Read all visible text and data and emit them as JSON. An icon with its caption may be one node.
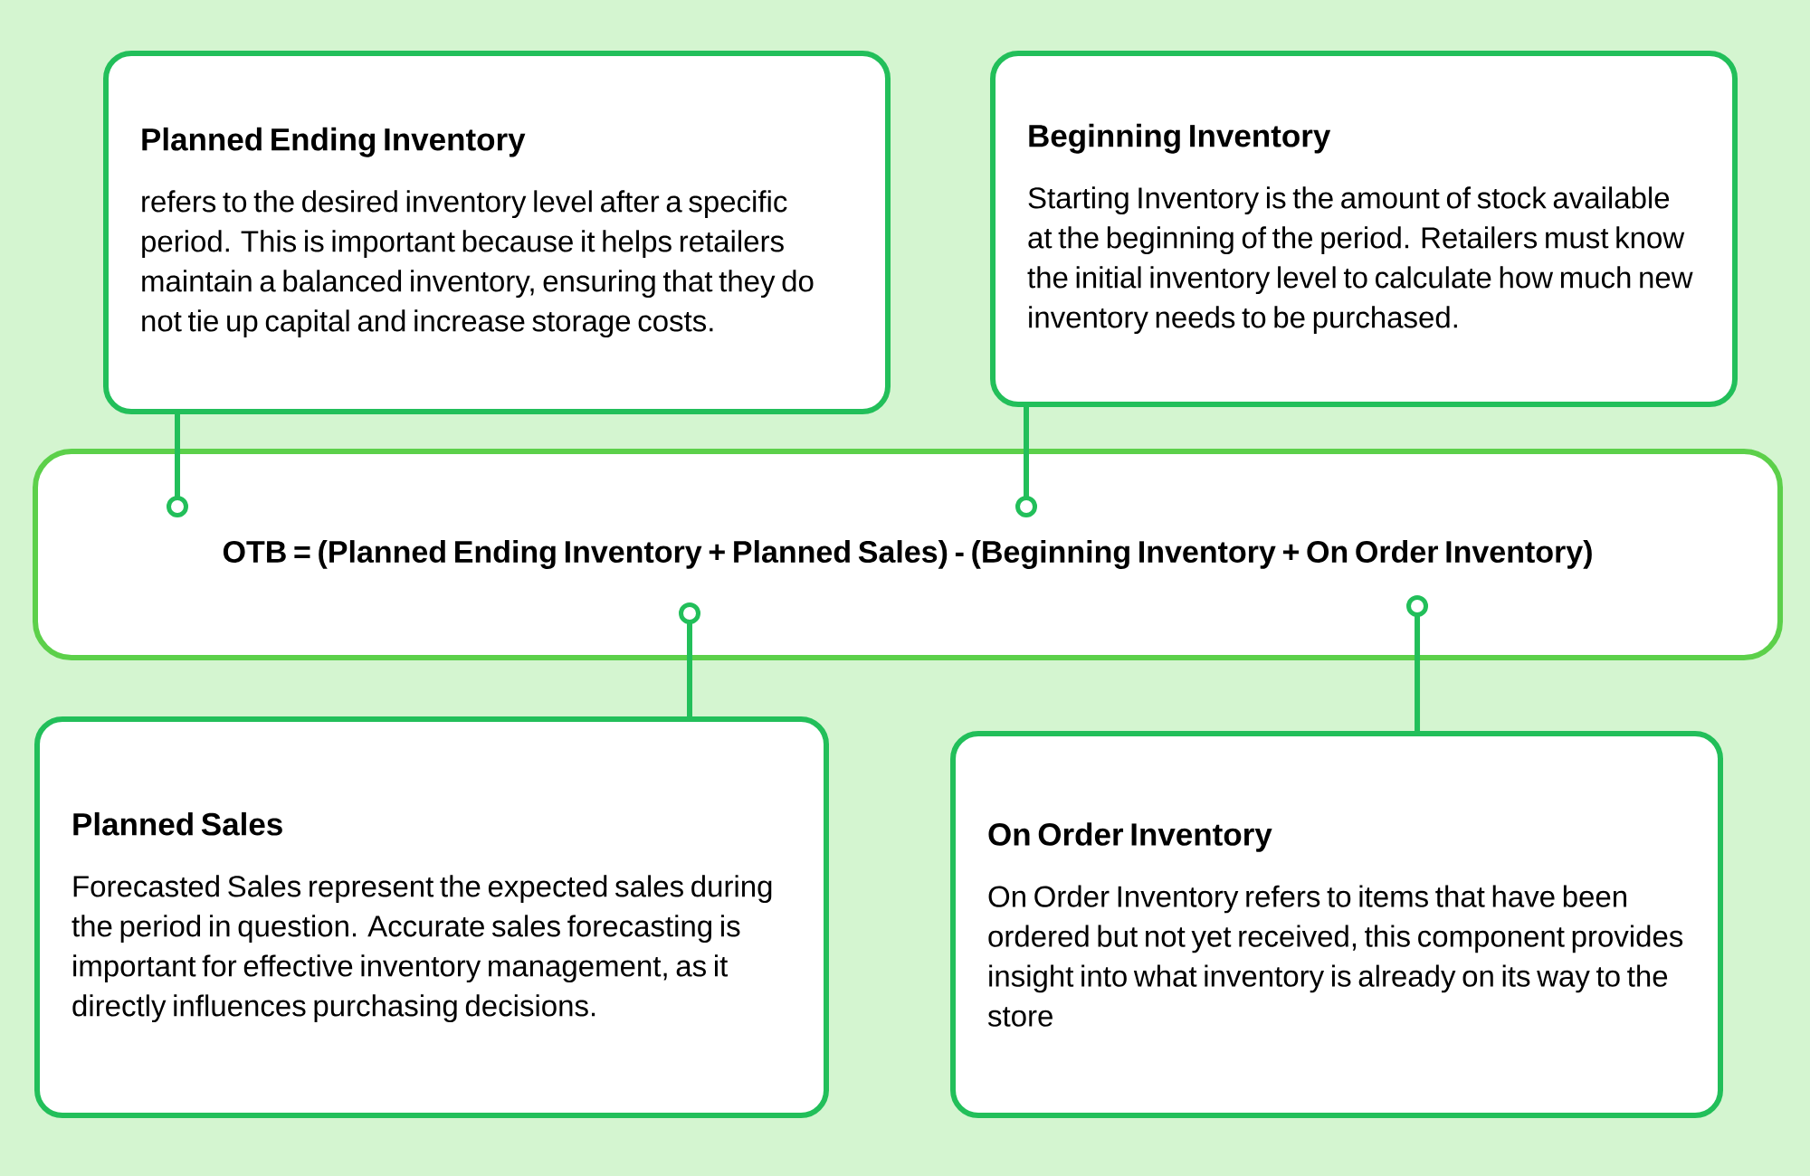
{
  "diagram": {
    "nodes": [
      {
        "text": [
          "Planned Ending Inventory",
          "refers to the desired inventory level after a specific period. This is important because it helps retailers maintain a balanced inventory, ensuring that they do not tie up capital and increase storage costs."
        ]
      },
      {
        "text": [
          "Beginning Inventory",
          "Starting Inventory is the amount of stock available at the beginning of the period. Retailers must know the initial inventory level to calculate how much new inventory needs to be purchased."
        ]
      },
      {
        "text": [
          "OTB = (Planned Ending Inventory + Planned Sales) - (Beginning Inventory + On Order Inventory)"
        ]
      },
      {
        "text": [
          "Planned Sales",
          "Forecasted Sales represent the expected sales during the period in question. Accurate sales forecasting is important for effective inventory management, as it directly influences purchasing decisions."
        ]
      },
      {
        "text": [
          "On Order Inventory",
          "On Order Inventory refers to items that have been ordered but not yet received, this component provides insight into what inventory is already on its way to the store"
        ]
      }
    ],
    "edges": [
      {
        "from": 0,
        "to": 2,
        "arrow": "other"
      },
      {
        "from": 1,
        "to": 2,
        "arrow": "other"
      },
      {
        "from": 3,
        "to": 2,
        "arrow": "other"
      },
      {
        "from": 4,
        "to": 2,
        "arrow": "other"
      }
    ]
  }
}
